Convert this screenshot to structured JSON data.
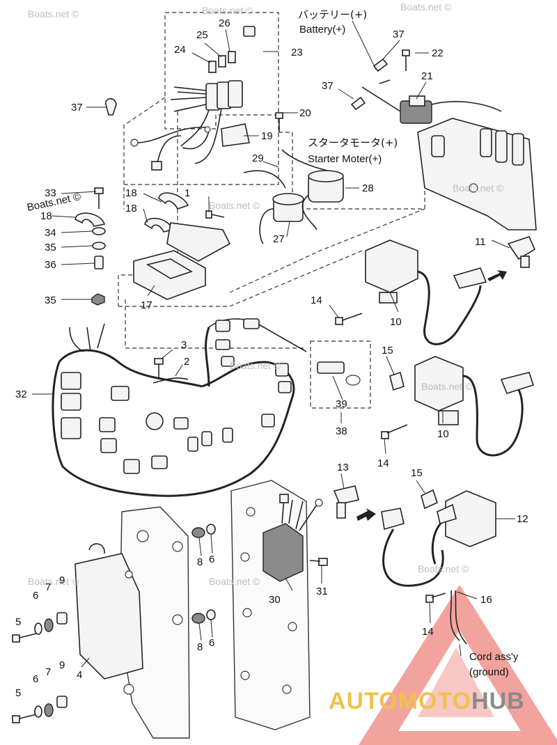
{
  "watermark": "Boats.net ©",
  "labels": {
    "battery_jp": "バッテリー(+)",
    "battery_en": "Battery(+)",
    "starter_jp": "スタータモータ(+)",
    "starter_en": "Starter Moter(+)",
    "cord_line1": "Cord ass'y",
    "cord_line2": "(ground)"
  },
  "part_numbers": {
    "p1": "1",
    "p2": "2",
    "p3": "3",
    "p4": "4",
    "p5a": "5",
    "p5b": "5",
    "p6a": "6",
    "p6b": "6",
    "p6c": "6",
    "p6d": "6",
    "p7a": "7",
    "p7b": "7",
    "p8a": "8",
    "p8b": "8",
    "p9a": "9",
    "p9b": "9",
    "p10a": "10",
    "p10b": "10",
    "p11": "11",
    "p12": "12",
    "p13": "13",
    "p14a": "14",
    "p14b": "14",
    "p14c": "14",
    "p15a": "15",
    "p15b": "15",
    "p16": "16",
    "p17": "17",
    "p18a": "18",
    "p18b": "18",
    "p18c": "18",
    "p19": "19",
    "p20": "20",
    "p21": "21",
    "p22": "22",
    "p23": "23",
    "p24": "24",
    "p25": "25",
    "p26": "26",
    "p27": "27",
    "p28": "28",
    "p29": "29",
    "p30": "30",
    "p31": "31",
    "p32": "32",
    "p33": "33",
    "p34": "34",
    "p35a": "35",
    "p35b": "35",
    "p36": "36",
    "p37a": "37",
    "p37b": "37",
    "p37c": "37",
    "p38": "38",
    "p39": "39"
  },
  "logo": {
    "part1": "AUTOMOTO",
    "part2": "HUB",
    "accent": "#f0c24a",
    "triangle": "#e03a3a"
  }
}
